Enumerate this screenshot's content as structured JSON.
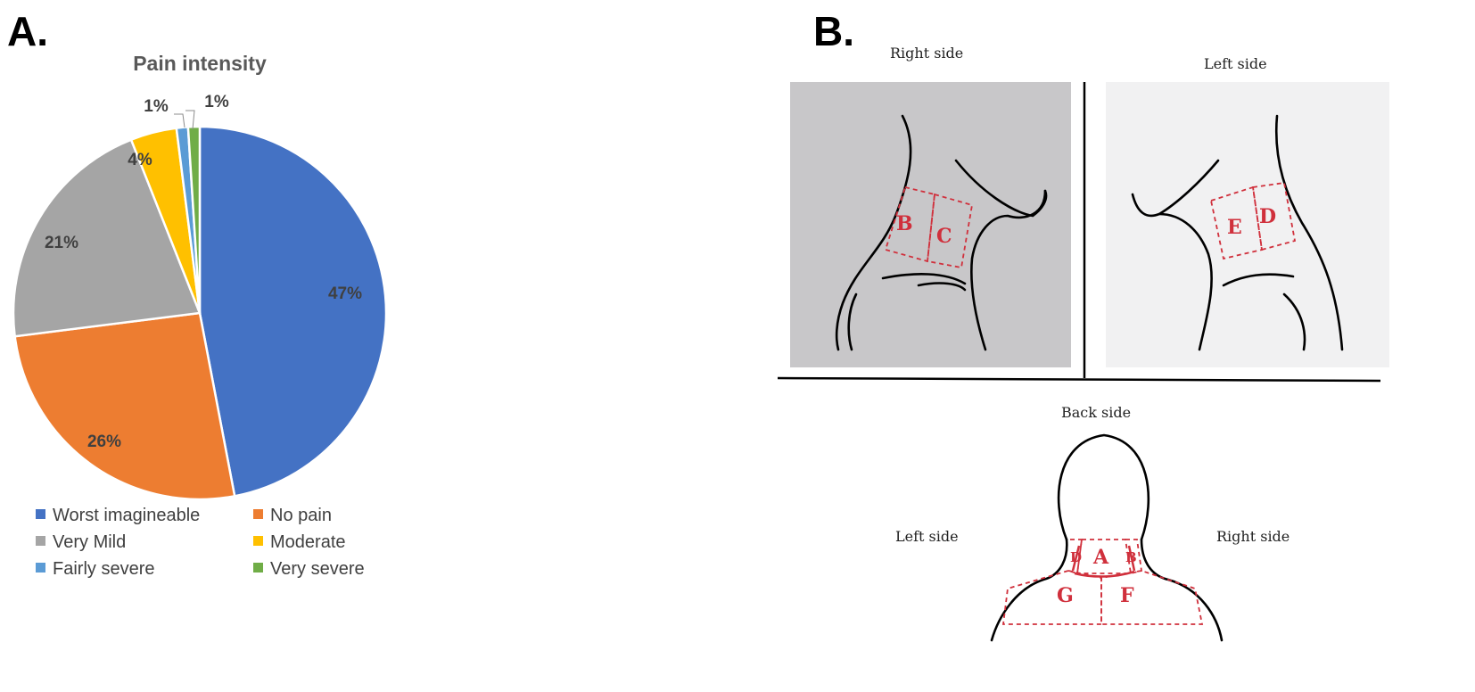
{
  "panel_a_label": "A.",
  "panel_b_label": "B.",
  "chart_data": {
    "type": "pie",
    "title": "Pain intensity",
    "slices": [
      {
        "name": "Worst imagineable",
        "value": 47,
        "label": "47%",
        "color": "#4472C4"
      },
      {
        "name": "No pain",
        "value": 26,
        "label": "26%",
        "color": "#ED7D31"
      },
      {
        "name": "Very Mild",
        "value": 21,
        "label": "21%",
        "color": "#A5A5A5"
      },
      {
        "name": "Moderate",
        "value": 4,
        "label": "4%",
        "color": "#FFC000"
      },
      {
        "name": "Fairly severe",
        "value": 1,
        "label": "1%",
        "color": "#5B9BD5"
      },
      {
        "name": "Very severe",
        "value": 1,
        "label": "1%",
        "color": "#70AD47"
      }
    ],
    "legend": [
      "Worst imagineable",
      "No pain",
      "Very Mild",
      "Moderate",
      "Fairly severe",
      "Very severe"
    ],
    "legend_position": "bottom"
  },
  "diagram": {
    "right_view_title": "Right side",
    "left_view_title": "Left side",
    "back_view_title": "Back side",
    "back_left_label": "Left side",
    "back_right_label": "Right side",
    "zones_right": [
      "B",
      "C"
    ],
    "zones_left": [
      "E",
      "D"
    ],
    "zones_back": [
      "D",
      "A",
      "B",
      "G",
      "F"
    ],
    "zone_color": "#D0303C"
  }
}
